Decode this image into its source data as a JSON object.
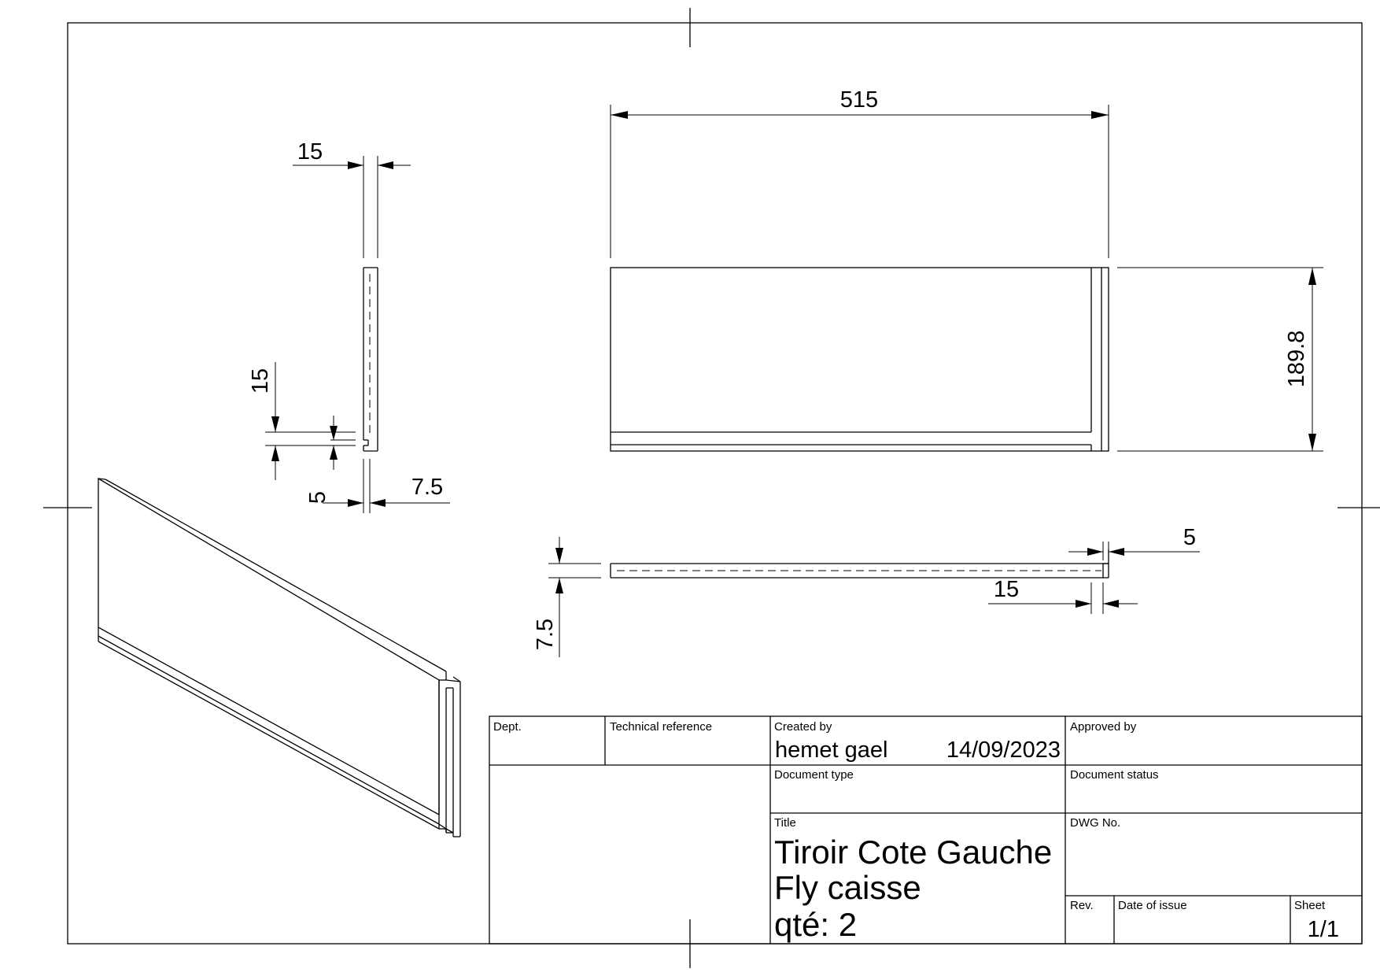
{
  "dimensions": {
    "top_width": "515",
    "right_height": "189.8",
    "side_thickness": "15",
    "side_groove_height": "15",
    "side_lip": "5",
    "side_groove_depth": "7.5",
    "bottom_lip": "5",
    "bottom_offset": "15",
    "bottom_thickness": "7.5"
  },
  "title_block": {
    "dept_label": "Dept.",
    "tech_ref_label": "Technical reference",
    "created_by_label": "Created by",
    "created_by": "hemet gael",
    "created_date": "14/09/2023",
    "approved_by_label": "Approved by",
    "doc_type_label": "Document type",
    "doc_status_label": "Document status",
    "title_label": "Title",
    "title_line1": "Tiroir Cote Gauche",
    "title_line2": "Fly caisse",
    "title_line3": "qté: 2",
    "dwg_no_label": "DWG No.",
    "rev_label": "Rev.",
    "date_of_issue_label": "Date of issue",
    "sheet_label": "Sheet",
    "sheet_value": "1/1"
  }
}
